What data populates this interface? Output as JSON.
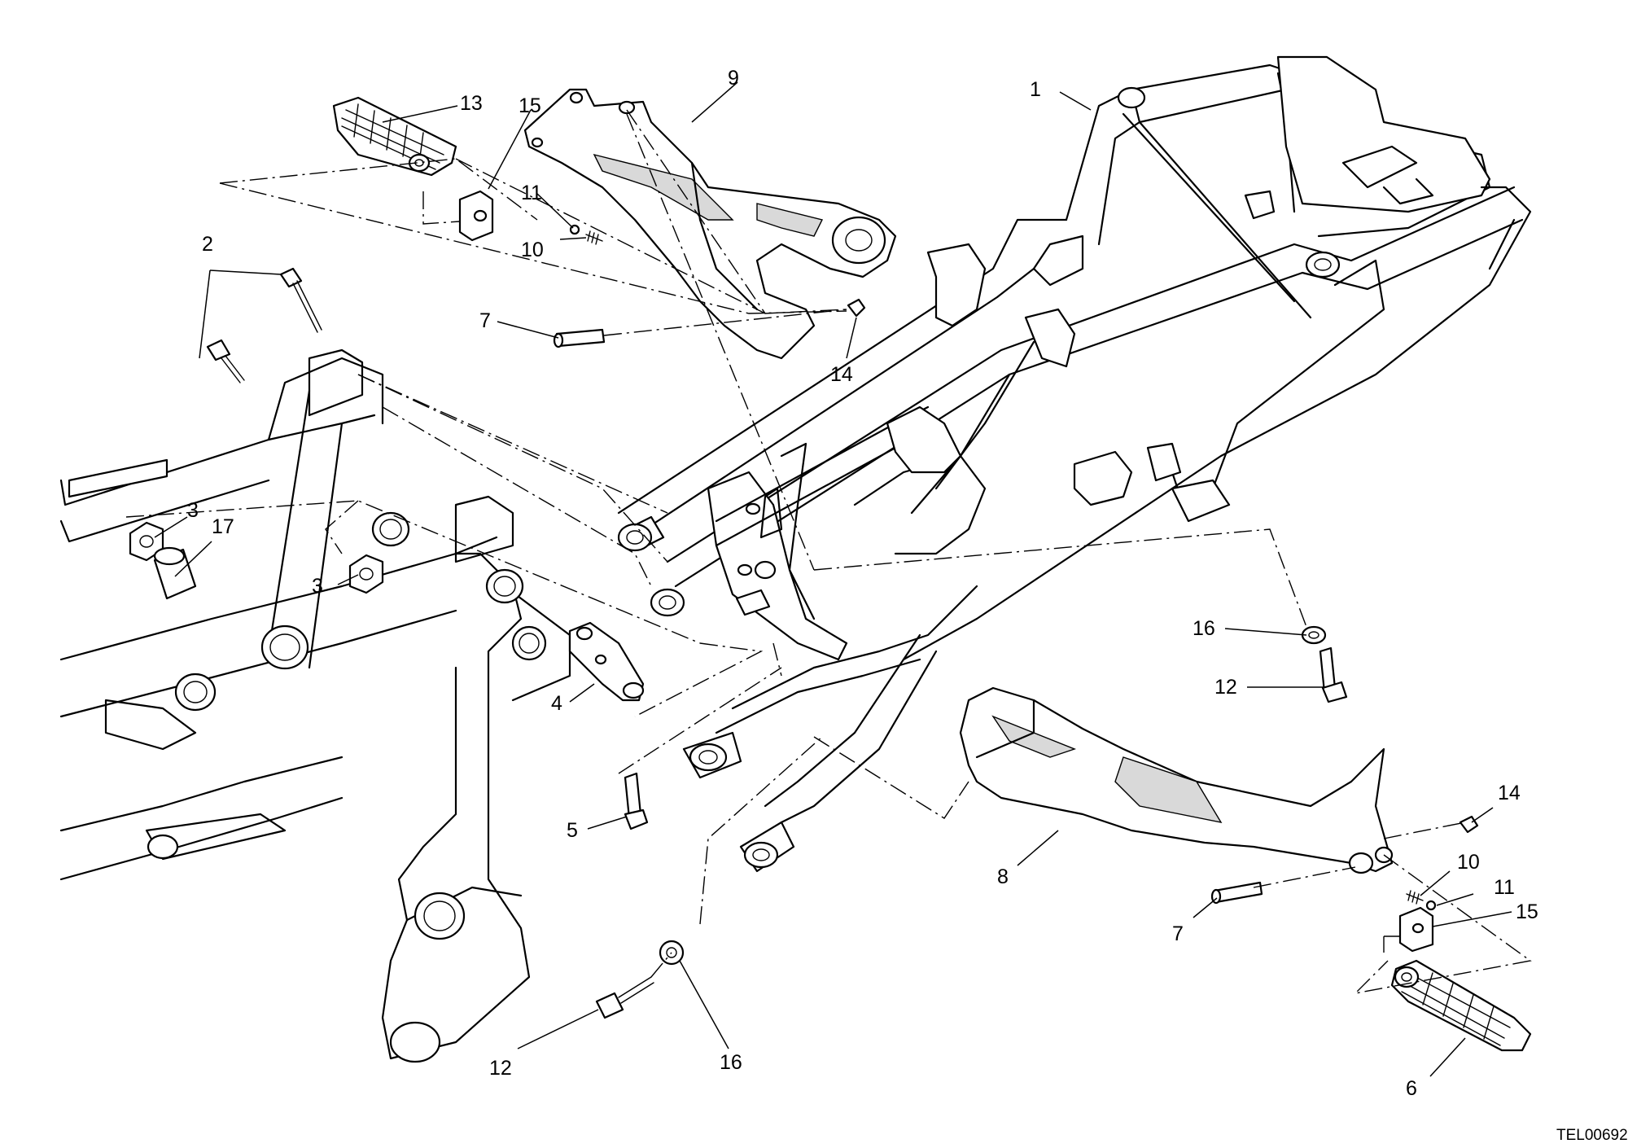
{
  "callouts": [
    {
      "id": "c1",
      "label": "1"
    },
    {
      "id": "c2",
      "label": "2"
    },
    {
      "id": "c3a",
      "label": "3"
    },
    {
      "id": "c3b",
      "label": "3"
    },
    {
      "id": "c4",
      "label": "4"
    },
    {
      "id": "c5",
      "label": "5"
    },
    {
      "id": "c6",
      "label": "6"
    },
    {
      "id": "c7a",
      "label": "7"
    },
    {
      "id": "c7b",
      "label": "7"
    },
    {
      "id": "c8",
      "label": "8"
    },
    {
      "id": "c9",
      "label": "9"
    },
    {
      "id": "c10a",
      "label": "10"
    },
    {
      "id": "c10b",
      "label": "10"
    },
    {
      "id": "c11a",
      "label": "11"
    },
    {
      "id": "c11b",
      "label": "11"
    },
    {
      "id": "c12a",
      "label": "12"
    },
    {
      "id": "c12b",
      "label": "12"
    },
    {
      "id": "c13",
      "label": "13"
    },
    {
      "id": "c14a",
      "label": "14"
    },
    {
      "id": "c14b",
      "label": "14"
    },
    {
      "id": "c15a",
      "label": "15"
    },
    {
      "id": "c15b",
      "label": "15"
    },
    {
      "id": "c16a",
      "label": "16"
    },
    {
      "id": "c16b",
      "label": "16"
    },
    {
      "id": "c17",
      "label": "17"
    }
  ],
  "drawing_code": "TEL00692"
}
